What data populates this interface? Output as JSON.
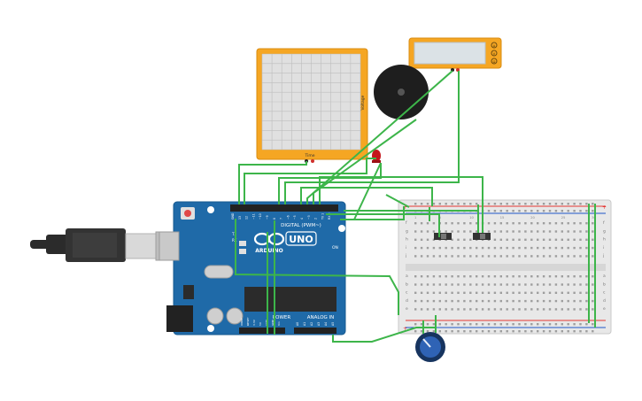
{
  "board": {
    "brand": "ARDUINO",
    "model": "UNO",
    "digital_label": "DIGITAL (PWM~)",
    "power_label": "POWER",
    "analog_label": "ANALOG IN",
    "on_label": "ON",
    "tx_label": "TX",
    "rx_label": "RX",
    "pins_digital": [
      "GND",
      "13",
      "12",
      "~11",
      "~10",
      "~9",
      "8",
      "7",
      "~6",
      "~5",
      "4",
      "~3",
      "2",
      "TX 1",
      "RX 0"
    ],
    "pins_power": [
      "IOREF",
      "RESET",
      "3.3V",
      "5V",
      "GND",
      "GND",
      "Vin"
    ],
    "pins_analog": [
      "A0",
      "A1",
      "A2",
      "A3",
      "A4",
      "A5"
    ]
  },
  "oscilloscope": {
    "x_label": "Time",
    "y_label": "Voltage"
  },
  "multimeter": {
    "modes": [
      "A",
      "V",
      "Ω"
    ]
  },
  "breadboard": {
    "row_letters_top": [
      "a",
      "b",
      "c",
      "d",
      "e"
    ],
    "row_letters_bottom": [
      "f",
      "g",
      "h",
      "i",
      "j"
    ],
    "column_numbers": [
      "1",
      "5",
      "10",
      "15",
      "20",
      "25",
      "30"
    ]
  },
  "colors": {
    "board": "#1f6aa8",
    "wire": "#3db54a",
    "scope_frame": "#f5a623",
    "breadboard": "#e8e8e8",
    "rail_red": "#e53935",
    "rail_blue": "#1e56c8"
  }
}
